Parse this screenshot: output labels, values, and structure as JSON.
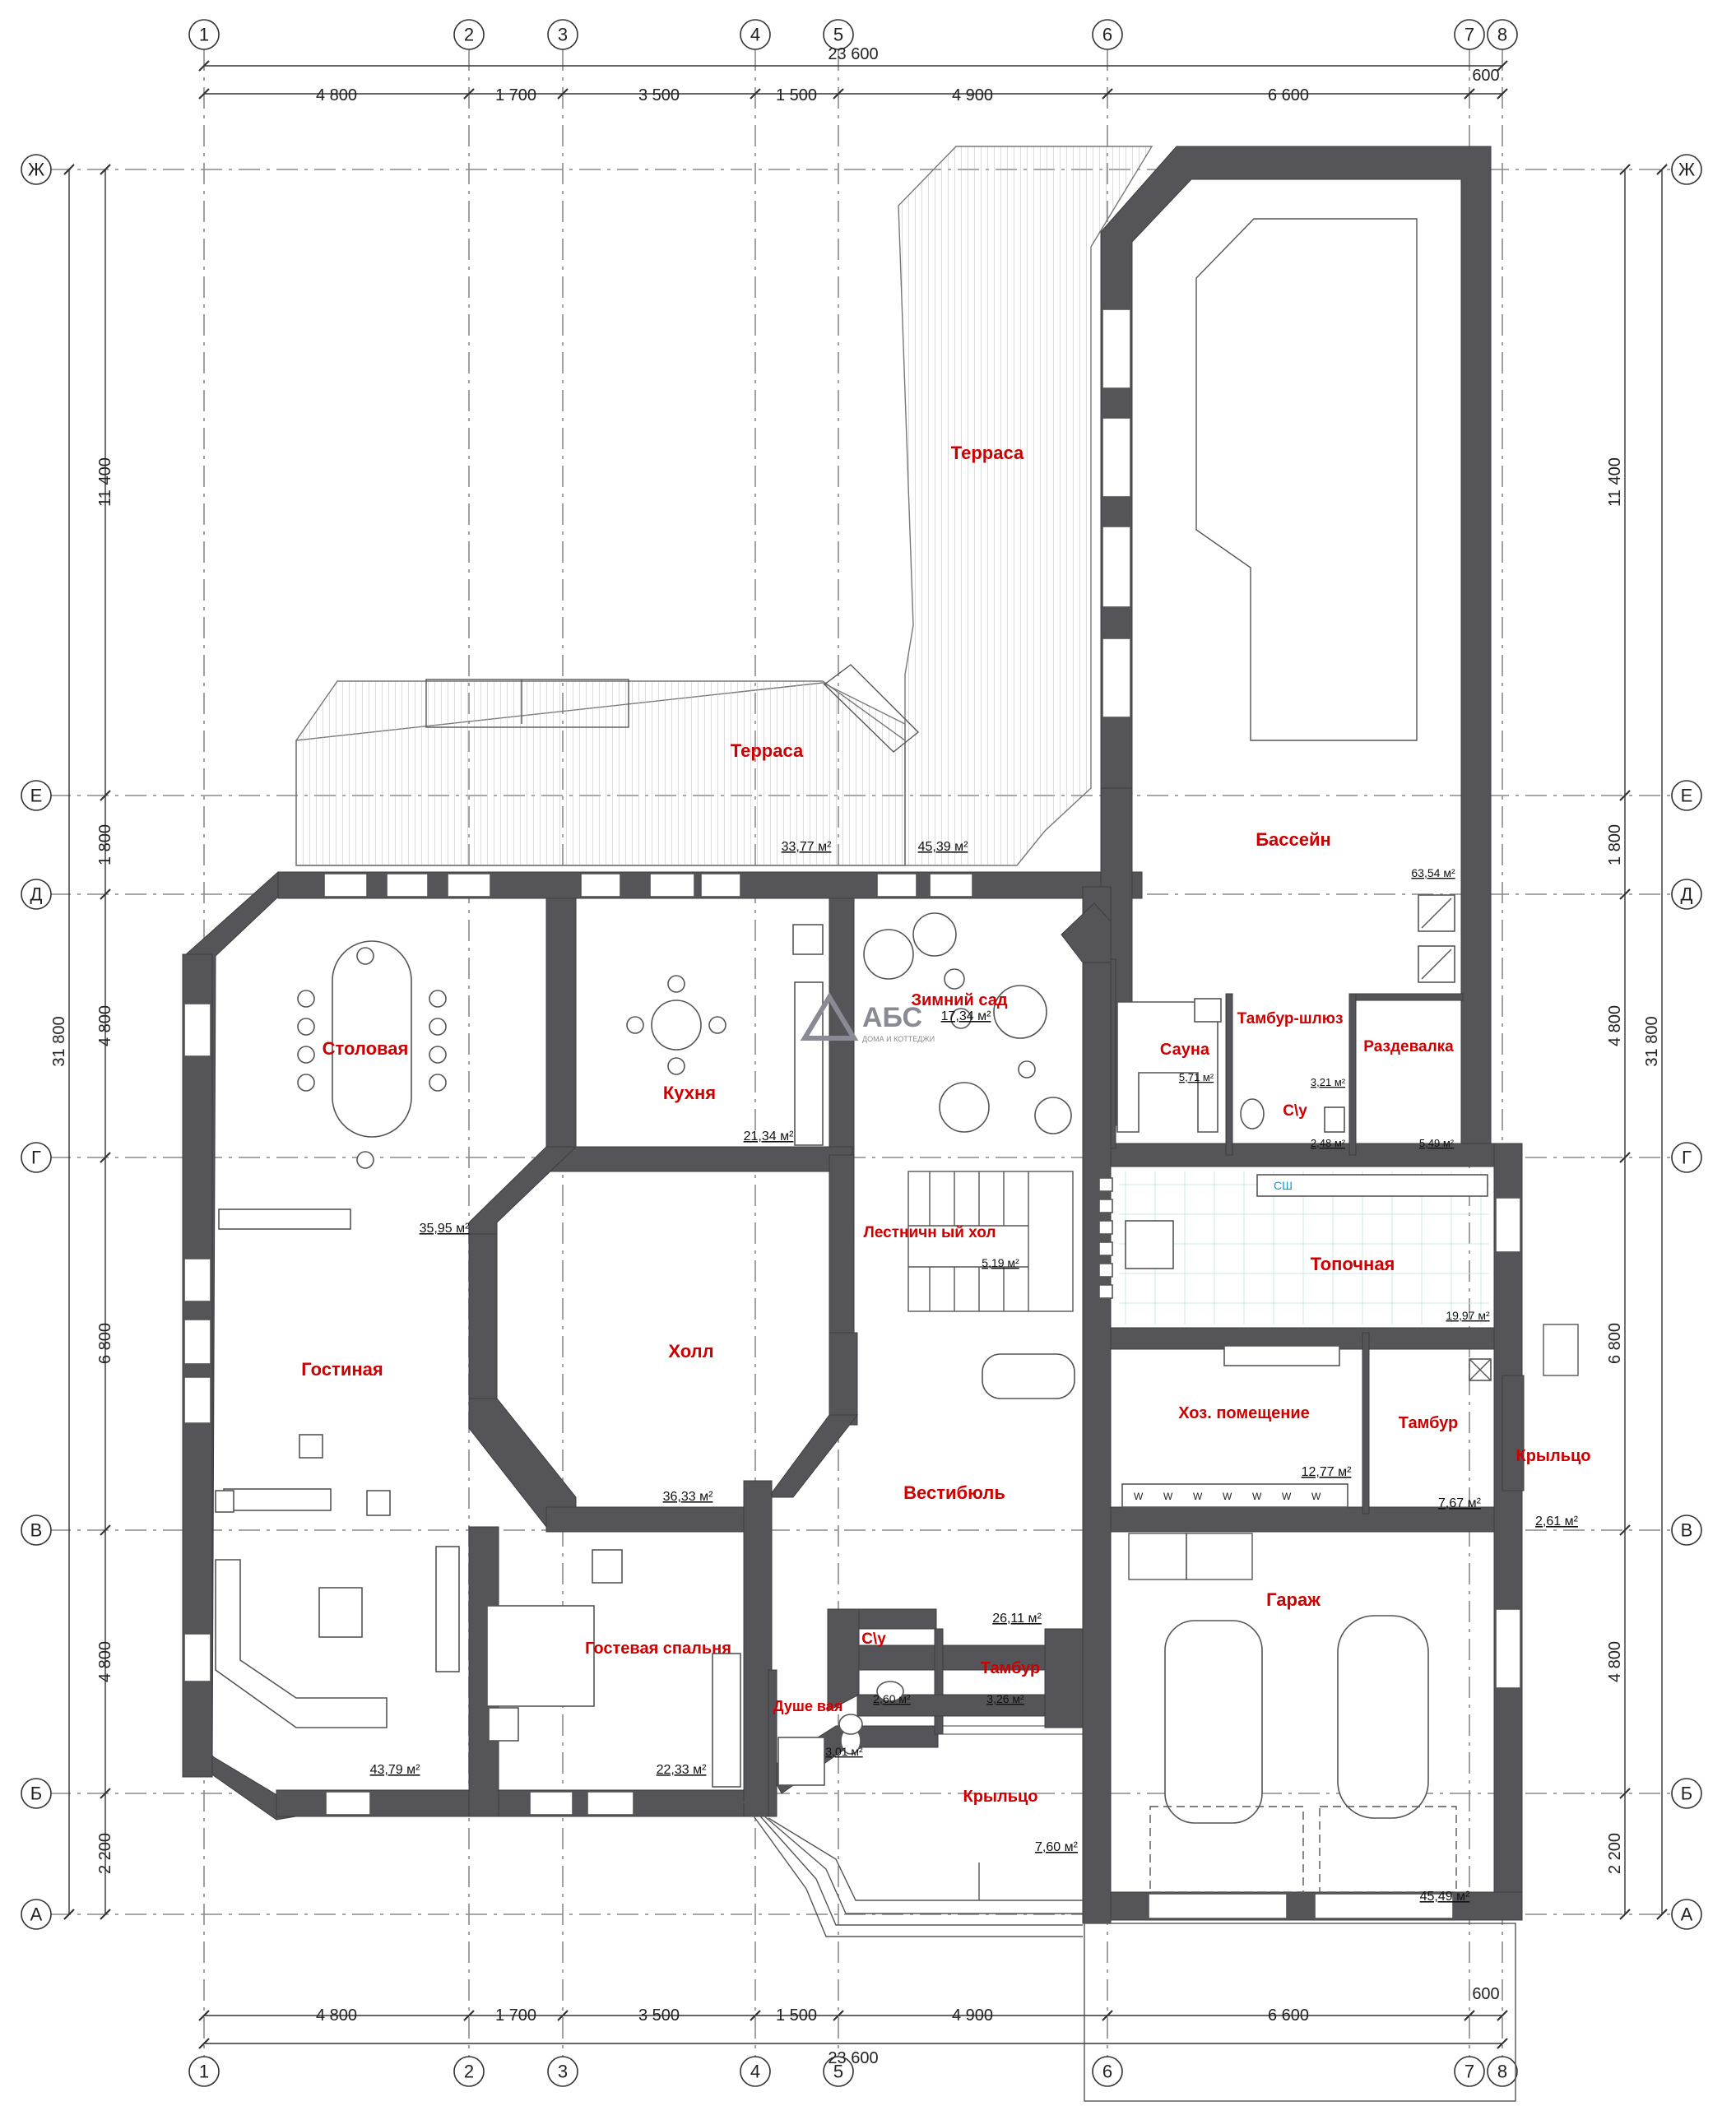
{
  "grid": {
    "columns": [
      "1",
      "2",
      "3",
      "4",
      "5",
      "6",
      "7",
      "8"
    ],
    "rows": [
      "Ж",
      "Е",
      "Д",
      "Г",
      "В",
      "Б",
      "А"
    ]
  },
  "dimensions": {
    "top_total": "23 600",
    "top_segments": [
      "4 800",
      "1 700",
      "3 500",
      "1 500",
      "4 900",
      "6 600",
      "600"
    ],
    "bottom_total": "23 600",
    "bottom_segments": [
      "4 800",
      "1 700",
      "3 500",
      "1 500",
      "4 900",
      "6 600",
      "600"
    ],
    "side_total": "31 800",
    "side_segments": [
      "11 400",
      "1 800",
      "4 800",
      "6 800",
      "4 800",
      "2 200"
    ]
  },
  "logo": {
    "text": "АБС",
    "subtitle": "ДОМА И КОТТЕДЖИ"
  },
  "rooms": [
    {
      "id": "terrace-top",
      "name": "Терраса",
      "area": ""
    },
    {
      "id": "terrace-left",
      "name": "Терраса",
      "area": "33,77 м²"
    },
    {
      "id": "terrace-right",
      "name": "",
      "area": "45,39 м²"
    },
    {
      "id": "pool",
      "name": "Бассейн",
      "area": "63,54 м²"
    },
    {
      "id": "dining",
      "name": "Столовая",
      "area": "35,95 м²"
    },
    {
      "id": "kitchen",
      "name": "Кухня",
      "area": "21,34 м²"
    },
    {
      "id": "winter-garden",
      "name": "Зимний сад",
      "area": "17,34 м²"
    },
    {
      "id": "sauna",
      "name": "Сауна",
      "area": "5,71 м²"
    },
    {
      "id": "airlock",
      "name": "Тамбур-шлюз",
      "area": "3,21 м²"
    },
    {
      "id": "changing",
      "name": "Раздевалка",
      "area": "5,49 м²"
    },
    {
      "id": "wc-pool",
      "name": "С\\у",
      "area": "2,48 м²"
    },
    {
      "id": "stair-hall",
      "name": "Лестничн ый хол",
      "area": "5,19 м²"
    },
    {
      "id": "boiler",
      "name": "Топочная",
      "area": "19,97 м²"
    },
    {
      "id": "living",
      "name": "Гостиная",
      "area": "43,79 м²"
    },
    {
      "id": "hall",
      "name": "Холл",
      "area": "36,33 м²"
    },
    {
      "id": "utility",
      "name": "Хоз. помещение",
      "area": "12,77 м²"
    },
    {
      "id": "vestibule-east",
      "name": "Тамбур",
      "area": "7,67 м²"
    },
    {
      "id": "porch-east",
      "name": "Крыльцо",
      "area": "2,61 м²"
    },
    {
      "id": "lobby",
      "name": "Вестибюль",
      "area": "26,11 м²"
    },
    {
      "id": "guest-bedroom",
      "name": "Гостевая спальня",
      "area": "22,33 м²"
    },
    {
      "id": "wc-main",
      "name": "С\\у",
      "area": "2,60 м²"
    },
    {
      "id": "shower",
      "name": "Душе вая",
      "area": "3,01 м²"
    },
    {
      "id": "vestibule-main",
      "name": "Тамбур",
      "area": "3,26 м²"
    },
    {
      "id": "porch-main",
      "name": "Крыльцо",
      "area": "7,60 м²"
    },
    {
      "id": "garage",
      "name": "Гараж",
      "area": "45,49 м²"
    }
  ],
  "labels": {
    "boiler_sign": "СШ",
    "washer_mark": "W"
  },
  "colors": {
    "room_name": "#cc0000",
    "wall": "#555559",
    "logo": "#8a8a95"
  }
}
